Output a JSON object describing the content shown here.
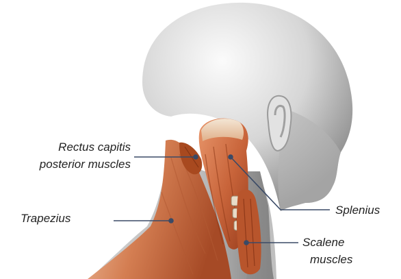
{
  "labels": {
    "rectus_line1": "Rectus capitis",
    "rectus_line2": "posterior muscles",
    "trapezius": "Trapezius",
    "splenius": "Splenius",
    "scalene_line1": "Scalene",
    "scalene_line2": "muscles"
  },
  "colors": {
    "leader": "#3a4a66",
    "muscle": "#c8643a",
    "skin": "#dedede"
  }
}
